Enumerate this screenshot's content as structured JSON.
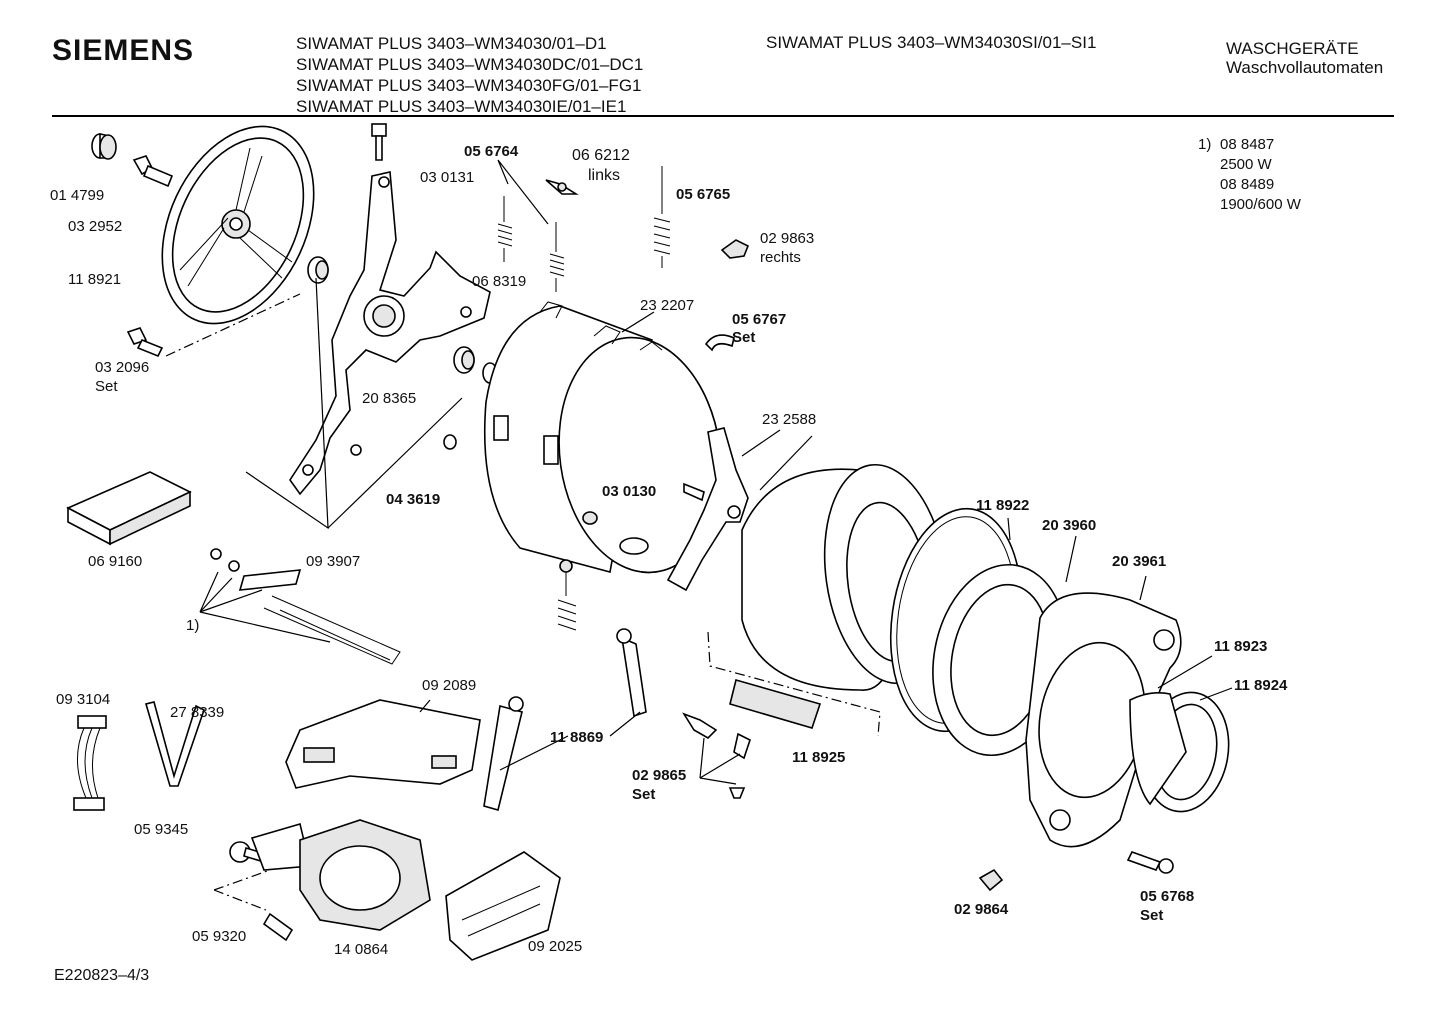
{
  "header": {
    "brand": "SIEMENS",
    "models": [
      "SIWAMAT PLUS 3403–WM34030/01–D1",
      "SIWAMAT PLUS 3403–WM34030DC/01–DC1",
      "SIWAMAT PLUS 3403–WM34030FG/01–FG1",
      "SIWAMAT PLUS 3403–WM34030IE/01–IE1"
    ],
    "model_right": "SIWAMAT PLUS 3403–WM34030SI/01–SI1",
    "category_line1": "WASCHGERÄTE",
    "category_line2": "Waschvollautomaten"
  },
  "footnote": {
    "marker": "1)",
    "lines": [
      "08 8487",
      "2500 W",
      "08 8489",
      "1900/600 W"
    ]
  },
  "parts": {
    "p014799": "01 4799",
    "p032952": "03 2952",
    "p118921": "11 8921",
    "p032096": "03 2096",
    "p032096_set": "Set",
    "p030131": "03 0131",
    "p056764": "05 6764",
    "p066212": "06 6212",
    "p066212_note": "links",
    "p056765": "05 6765",
    "p029863": "02 9863",
    "p029863_note": "rechts",
    "p068319": "06 8319",
    "p232207": "23 2207",
    "p056767": "05 6767",
    "p056767_set": "Set",
    "p208365": "20 8365",
    "p043619": "04 3619",
    "p030130": "03 0130",
    "p232588": "23 2588",
    "p118922": "11 8922",
    "p203960": "20 3960",
    "p203961": "20 3961",
    "p069160": "06 9160",
    "p093907": "09 3907",
    "p_marker1": "1)",
    "p118923": "11 8923",
    "p118924": "11 8924",
    "p093104": "09 3104",
    "p278339": "27 8339",
    "p092089": "09 2089",
    "p118869": "11 8869",
    "p118925": "11 8925",
    "p029865": "02 9865",
    "p029865_set": "Set",
    "p059345": "05 9345",
    "p059320": "05 9320",
    "p140864": "14 0864",
    "p092025": "09 2025",
    "p029864": "02 9864",
    "p056768": "05 6768",
    "p056768_set": "Set"
  },
  "document_ref": "E220823–4/3"
}
